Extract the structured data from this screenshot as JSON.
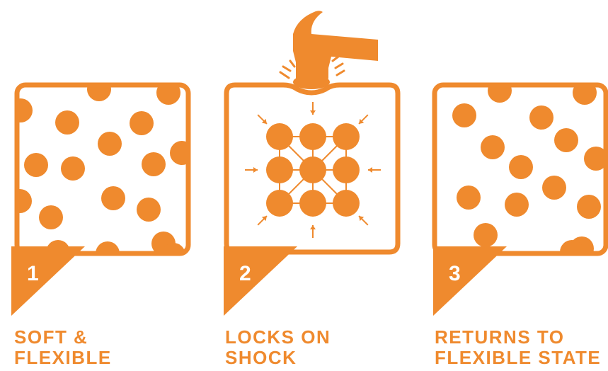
{
  "colors": {
    "accent": "#ef8a2e",
    "background": "#ffffff"
  },
  "icons": [
    "hammer-icon",
    "impact-lines-icon",
    "compression-arrow-icon"
  ],
  "panels": [
    {
      "number": "1",
      "caption_lines": [
        "SOFT &",
        "FLEXIBLE"
      ]
    },
    {
      "number": "2",
      "caption_lines": [
        "LOCKS ON",
        "SHOCK"
      ]
    },
    {
      "number": "3",
      "caption_lines": [
        "RETURNS TO",
        "FLEXIBLE STATE"
      ]
    }
  ]
}
